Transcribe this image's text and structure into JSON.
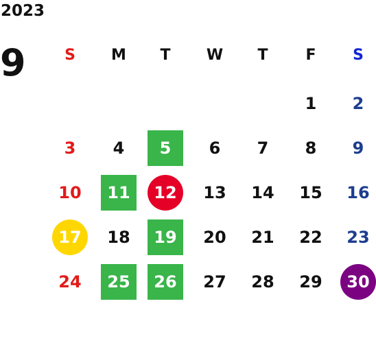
{
  "calendar": {
    "year": "2023",
    "month": "9",
    "weekdays": [
      {
        "label": "S",
        "color": "#e31a1a"
      },
      {
        "label": "M",
        "color": "#111111"
      },
      {
        "label": "T",
        "color": "#111111"
      },
      {
        "label": "W",
        "color": "#111111"
      },
      {
        "label": "T",
        "color": "#111111"
      },
      {
        "label": "F",
        "color": "#111111"
      },
      {
        "label": "S",
        "color": "#1226d1"
      }
    ],
    "sunday_color": "#e31a1a",
    "saturday_color": "#1d3d8f",
    "weekday_color": "#111111",
    "first_weekday_index": 5,
    "days_in_month": 30,
    "marked_days": [
      {
        "day": 5,
        "shape": "square",
        "color": "#39b54a"
      },
      {
        "day": 11,
        "shape": "square",
        "color": "#39b54a"
      },
      {
        "day": 12,
        "shape": "circle",
        "color": "#e50027"
      },
      {
        "day": 17,
        "shape": "circle",
        "color": "#ffd700"
      },
      {
        "day": 19,
        "shape": "square",
        "color": "#39b54a"
      },
      {
        "day": 25,
        "shape": "square",
        "color": "#39b54a"
      },
      {
        "day": 26,
        "shape": "square",
        "color": "#39b54a"
      },
      {
        "day": 30,
        "shape": "circle",
        "color": "#7b0382"
      }
    ]
  }
}
